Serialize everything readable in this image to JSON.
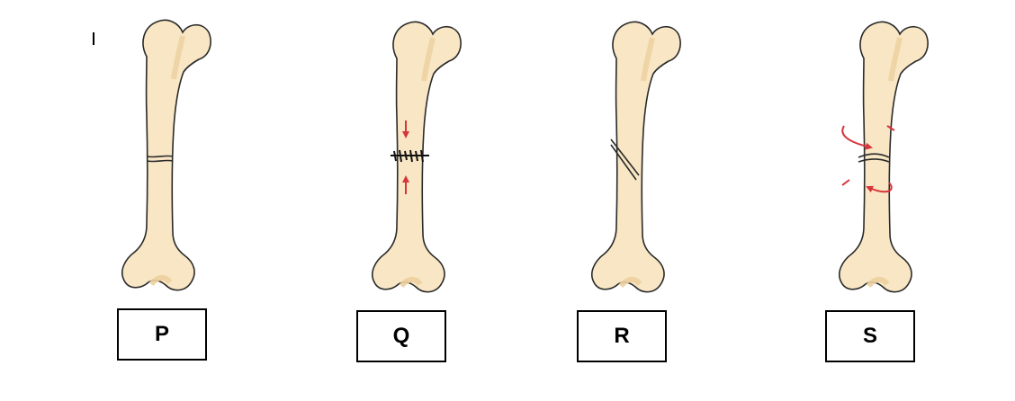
{
  "labels": {
    "p": "P",
    "q": "Q",
    "r": "R",
    "s": "S"
  },
  "colors": {
    "bone_fill": "#f8e6c4",
    "bone_outline": "#2a2a2a",
    "bone_shadow": "#eccf9e",
    "force_arrow": "#d8343a",
    "box_border": "#000000"
  },
  "fracture_illustrations": [
    {
      "label": "P",
      "fracture": "transverse",
      "icon": "transverse-fracture-icon"
    },
    {
      "label": "Q",
      "fracture": "compression",
      "icon": "compression-arrows-icon"
    },
    {
      "label": "R",
      "fracture": "oblique",
      "icon": "oblique-fracture-icon"
    },
    {
      "label": "S",
      "fracture": "spiral",
      "icon": "twisting-arrows-icon"
    }
  ]
}
